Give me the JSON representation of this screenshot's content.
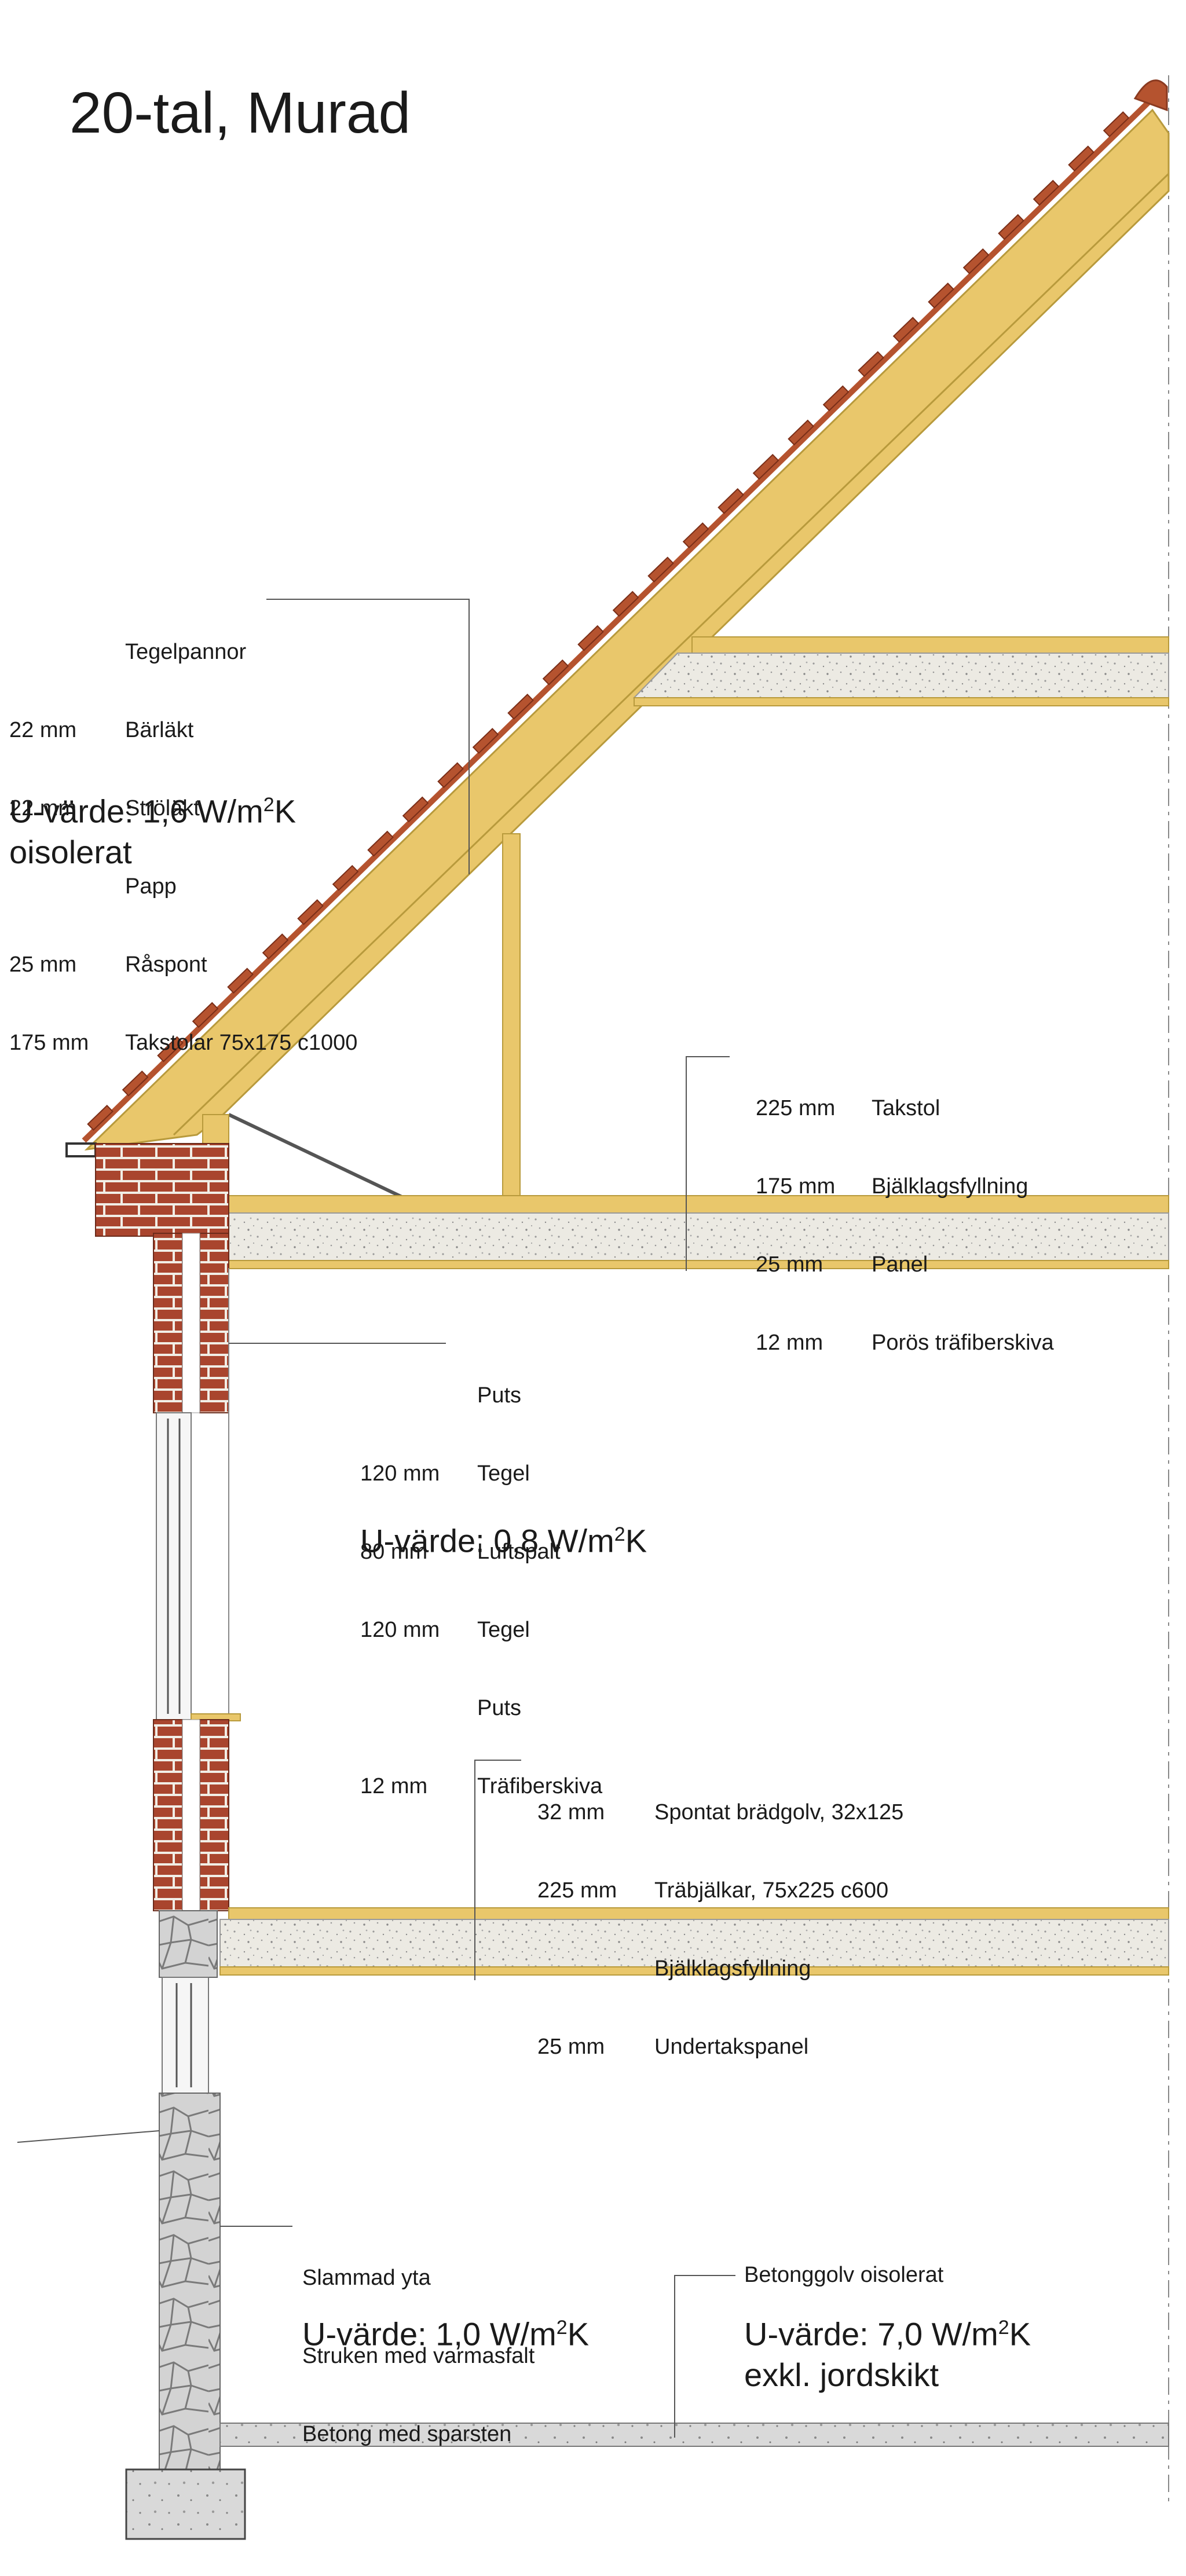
{
  "title": "20-tal, Murad",
  "colors": {
    "wood": "#e9c76b",
    "wood_edge": "#b89a3c",
    "brick": "#a9452e",
    "mortar": "#f2f0ea",
    "insulation": "#e8e6df",
    "stone": "#cfcfcf",
    "concrete": "#d8d8d8",
    "roof_tile": "#b5532f",
    "leader": "#555555"
  },
  "roof": {
    "layers": [
      {
        "dim": "",
        "name": "Tegelpannor"
      },
      {
        "dim": "22 mm",
        "name": "Bärläkt"
      },
      {
        "dim": "22 mm",
        "name": "Ströläkt"
      },
      {
        "dim": "",
        "name": "Papp"
      },
      {
        "dim": "25 mm",
        "name": "Råspont"
      },
      {
        "dim": "175 mm",
        "name": "Takstolar 75x175 c1000"
      }
    ],
    "u_label": "U-värde: 1,6 W/m",
    "u_sup": "2",
    "u_unit": "K",
    "note": "oisolerat"
  },
  "attic_floor": {
    "layers": [
      {
        "dim": "225 mm",
        "name": "Takstol"
      },
      {
        "dim": "175 mm",
        "name": "Bjälklagsfyllning"
      },
      {
        "dim": "25 mm",
        "name": "Panel"
      },
      {
        "dim": "12 mm",
        "name": "Porös träfiberskiva"
      }
    ]
  },
  "wall": {
    "layers": [
      {
        "dim": "",
        "name": "Puts"
      },
      {
        "dim": "120 mm",
        "name": "Tegel"
      },
      {
        "dim": "80 mm",
        "name": "Luftspalt"
      },
      {
        "dim": "120 mm",
        "name": "Tegel"
      },
      {
        "dim": "",
        "name": "Puts"
      },
      {
        "dim": "12 mm",
        "name": "Träfiberskiva"
      }
    ],
    "u_label": "U-värde: 0,8 W/m",
    "u_sup": "2",
    "u_unit": "K"
  },
  "mid_floor": {
    "layers": [
      {
        "dim": "32 mm",
        "name": "Spontat brädgolv, 32x125"
      },
      {
        "dim": "225 mm",
        "name": "Träbjälkar, 75x225 c600"
      },
      {
        "dim": "",
        "name": "Bjälklagsfyllning"
      },
      {
        "dim": "25 mm",
        "name": "Undertakspanel"
      }
    ]
  },
  "basement_wall": {
    "layers": [
      {
        "name": "Slammad yta"
      },
      {
        "name": "Struken med varmasfalt"
      },
      {
        "name": "Betong med sparsten"
      }
    ],
    "u_label": "U-värde: 1,0 W/m",
    "u_sup": "2",
    "u_unit": "K"
  },
  "basement_floor": {
    "label": "Betonggolv oisolerat",
    "u_label": "U-värde: 7,0 W/m",
    "u_sup": "2",
    "u_unit": "K",
    "note": "exkl. jordskikt"
  }
}
